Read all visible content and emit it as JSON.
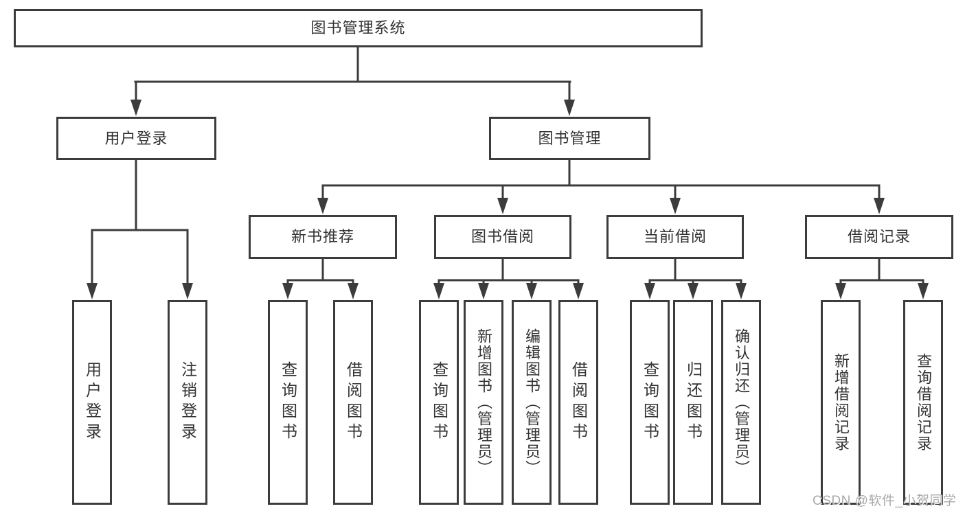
{
  "colors": {
    "line": "#3c3c3c",
    "text": "#323232",
    "box_fill": "#ffffff",
    "watermark": "#a9a9a9",
    "background": "#ffffff"
  },
  "tree": {
    "root": "图书管理系统",
    "children": [
      {
        "label": "用户登录",
        "children": [
          "用户登录",
          "注销登录"
        ]
      },
      {
        "label": "图书管理",
        "children": [
          {
            "label": "新书推荐",
            "children": [
              "查询图书",
              "借阅图书"
            ]
          },
          {
            "label": "图书借阅",
            "children": [
              "查询图书",
              "新增图书（管理员）",
              "编辑图书（管理员）",
              "借阅图书"
            ]
          },
          {
            "label": "当前借阅",
            "children": [
              "查询图书",
              "归还图书",
              "确认归还（管理员）"
            ]
          },
          {
            "label": "借阅记录",
            "children": [
              "新增借阅记录",
              "查询借阅记录"
            ]
          }
        ]
      }
    ]
  },
  "watermark": {
    "text": "CSDN @软件_小贺同学"
  }
}
